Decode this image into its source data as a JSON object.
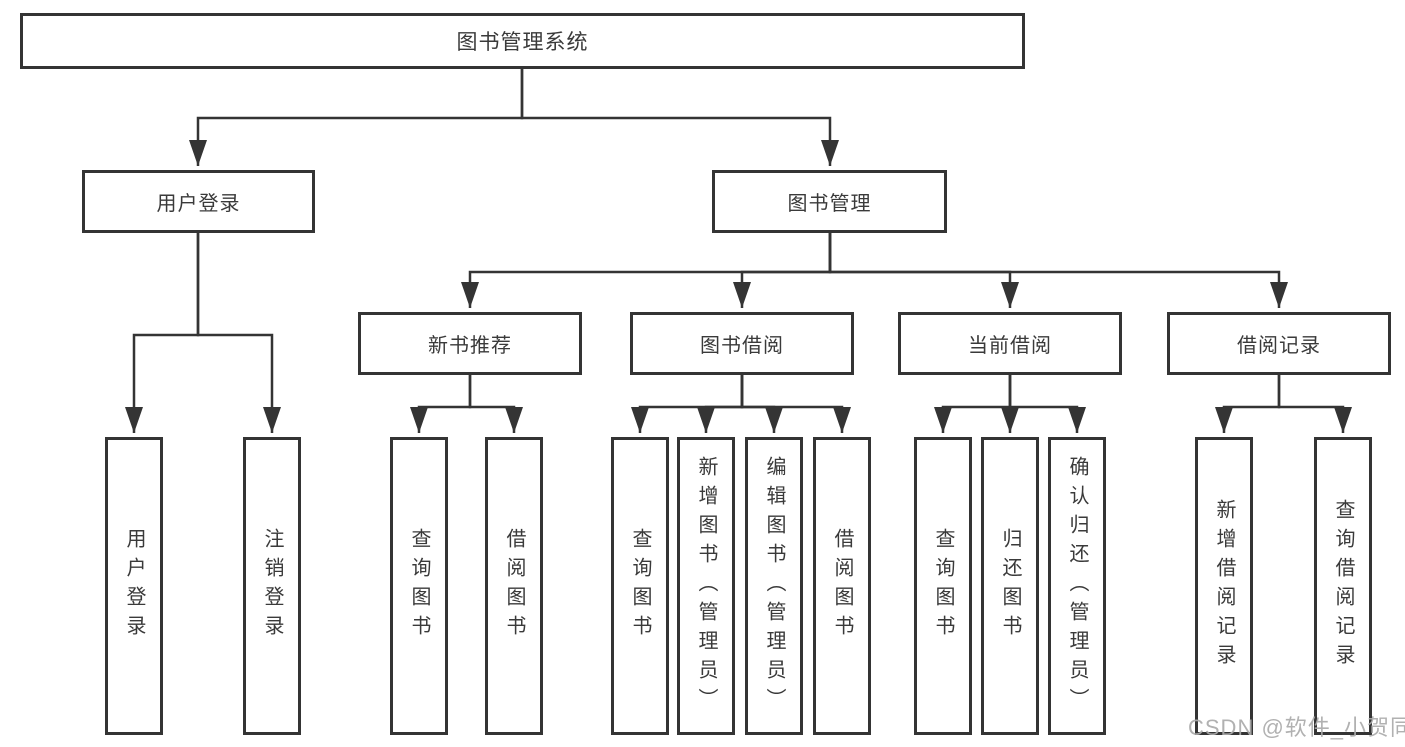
{
  "diagram": {
    "title": "图书管理系统",
    "tree": {
      "root": {
        "label": "图书管理系统",
        "children": [
          {
            "label": "用户登录",
            "children": [
              {
                "label": "用户登录"
              },
              {
                "label": "注销登录"
              }
            ]
          },
          {
            "label": "图书管理",
            "children": [
              {
                "label": "新书推荐",
                "children": [
                  {
                    "label": "查询图书"
                  },
                  {
                    "label": "借阅图书"
                  }
                ]
              },
              {
                "label": "图书借阅",
                "children": [
                  {
                    "label": "查询图书"
                  },
                  {
                    "label": "新增图书（管理员）"
                  },
                  {
                    "label": "编辑图书（管理员）"
                  },
                  {
                    "label": "借阅图书"
                  }
                ]
              },
              {
                "label": "当前借阅",
                "children": [
                  {
                    "label": "查询图书"
                  },
                  {
                    "label": "归还图书"
                  },
                  {
                    "label": "确认归还（管理员）"
                  }
                ]
              },
              {
                "label": "借阅记录",
                "children": [
                  {
                    "label": "新增借阅记录"
                  },
                  {
                    "label": "查询借阅记录"
                  }
                ]
              }
            ]
          }
        ]
      }
    },
    "colors": {
      "line": "#343434",
      "box_border": "#343434",
      "text": "#3a3a3a",
      "watermark": "#ababab",
      "background": "#ffffff"
    }
  },
  "watermark": {
    "text": "CSDN @软件_小贺同学"
  }
}
